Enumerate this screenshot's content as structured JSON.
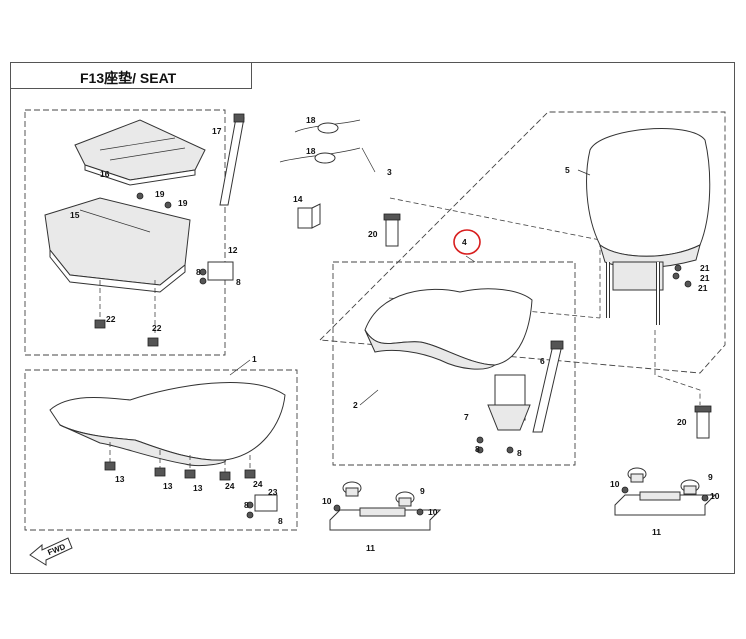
{
  "title": "F13座垫/ SEAT",
  "fwd_label": "FWD",
  "highlight_color": "#d81e1e",
  "callouts": [
    "1",
    "2",
    "3",
    "4",
    "5",
    "6",
    "7",
    "8",
    "9",
    "10",
    "11",
    "12",
    "13",
    "14",
    "15",
    "16",
    "17",
    "18",
    "19",
    "20",
    "21",
    "22",
    "23",
    "24"
  ],
  "labels": {
    "top_left": [
      "16",
      "17",
      "18",
      "18",
      "3",
      "14",
      "15",
      "19",
      "19",
      "12",
      "8",
      "8",
      "22",
      "22"
    ],
    "bottom_left": [
      "1",
      "13",
      "13",
      "13",
      "24",
      "24",
      "23",
      "8",
      "8"
    ],
    "center": [
      "4",
      "2",
      "6",
      "7",
      "8",
      "8",
      "20"
    ],
    "right": [
      "5",
      "21",
      "21",
      "21",
      "20",
      "9",
      "10",
      "10",
      "11",
      "9",
      "10",
      "10",
      "11"
    ]
  }
}
